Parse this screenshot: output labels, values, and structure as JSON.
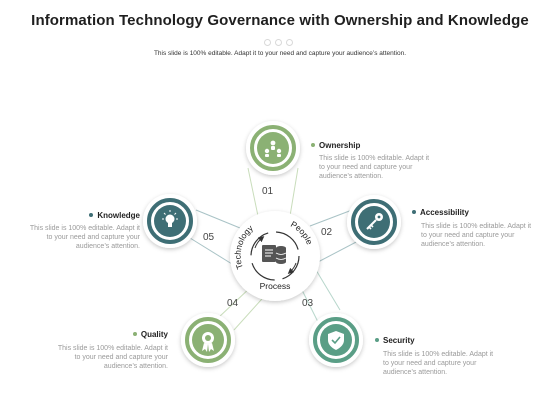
{
  "title": "Information Technology Governance with Ownership and Knowledge",
  "subtitle": "This slide is 100% editable. Adapt it to your need and capture your audience’s attention.",
  "center": {
    "left": "Technology",
    "right": "People",
    "bottom": "Process"
  },
  "items": [
    {
      "number": "01",
      "label": "Ownership",
      "desc_lines": [
        "This slide is 100% editable. Adapt it",
        "to your need and capture your",
        "audience’s attention."
      ],
      "color": "#8BB174",
      "icon": "ownership-icon"
    },
    {
      "number": "02",
      "label": "Accessibility",
      "desc_lines": [
        "This slide is 100% editable. Adapt it",
        "to your need and capture your",
        "audience’s attention."
      ],
      "color": "#3E6E75",
      "icon": "key-icon"
    },
    {
      "number": "03",
      "label": "Security",
      "desc_lines": [
        "This slide is 100% editable. Adapt it",
        "to your need and capture your",
        "audience’s attention."
      ],
      "color": "#5A9E86",
      "icon": "shield-icon"
    },
    {
      "number": "04",
      "label": "Quality",
      "desc_lines": [
        "This slide is 100% editable. Adapt it",
        "to your need and capture your",
        "audience’s attention."
      ],
      "color": "#8BB174",
      "icon": "award-icon"
    },
    {
      "number": "05",
      "label": "Knowledge",
      "desc_lines": [
        "This slide is 100% editable. Adapt it",
        "to your need and capture your",
        "audience’s attention."
      ],
      "color": "#3E6E75",
      "icon": "lightbulb-icon"
    }
  ]
}
